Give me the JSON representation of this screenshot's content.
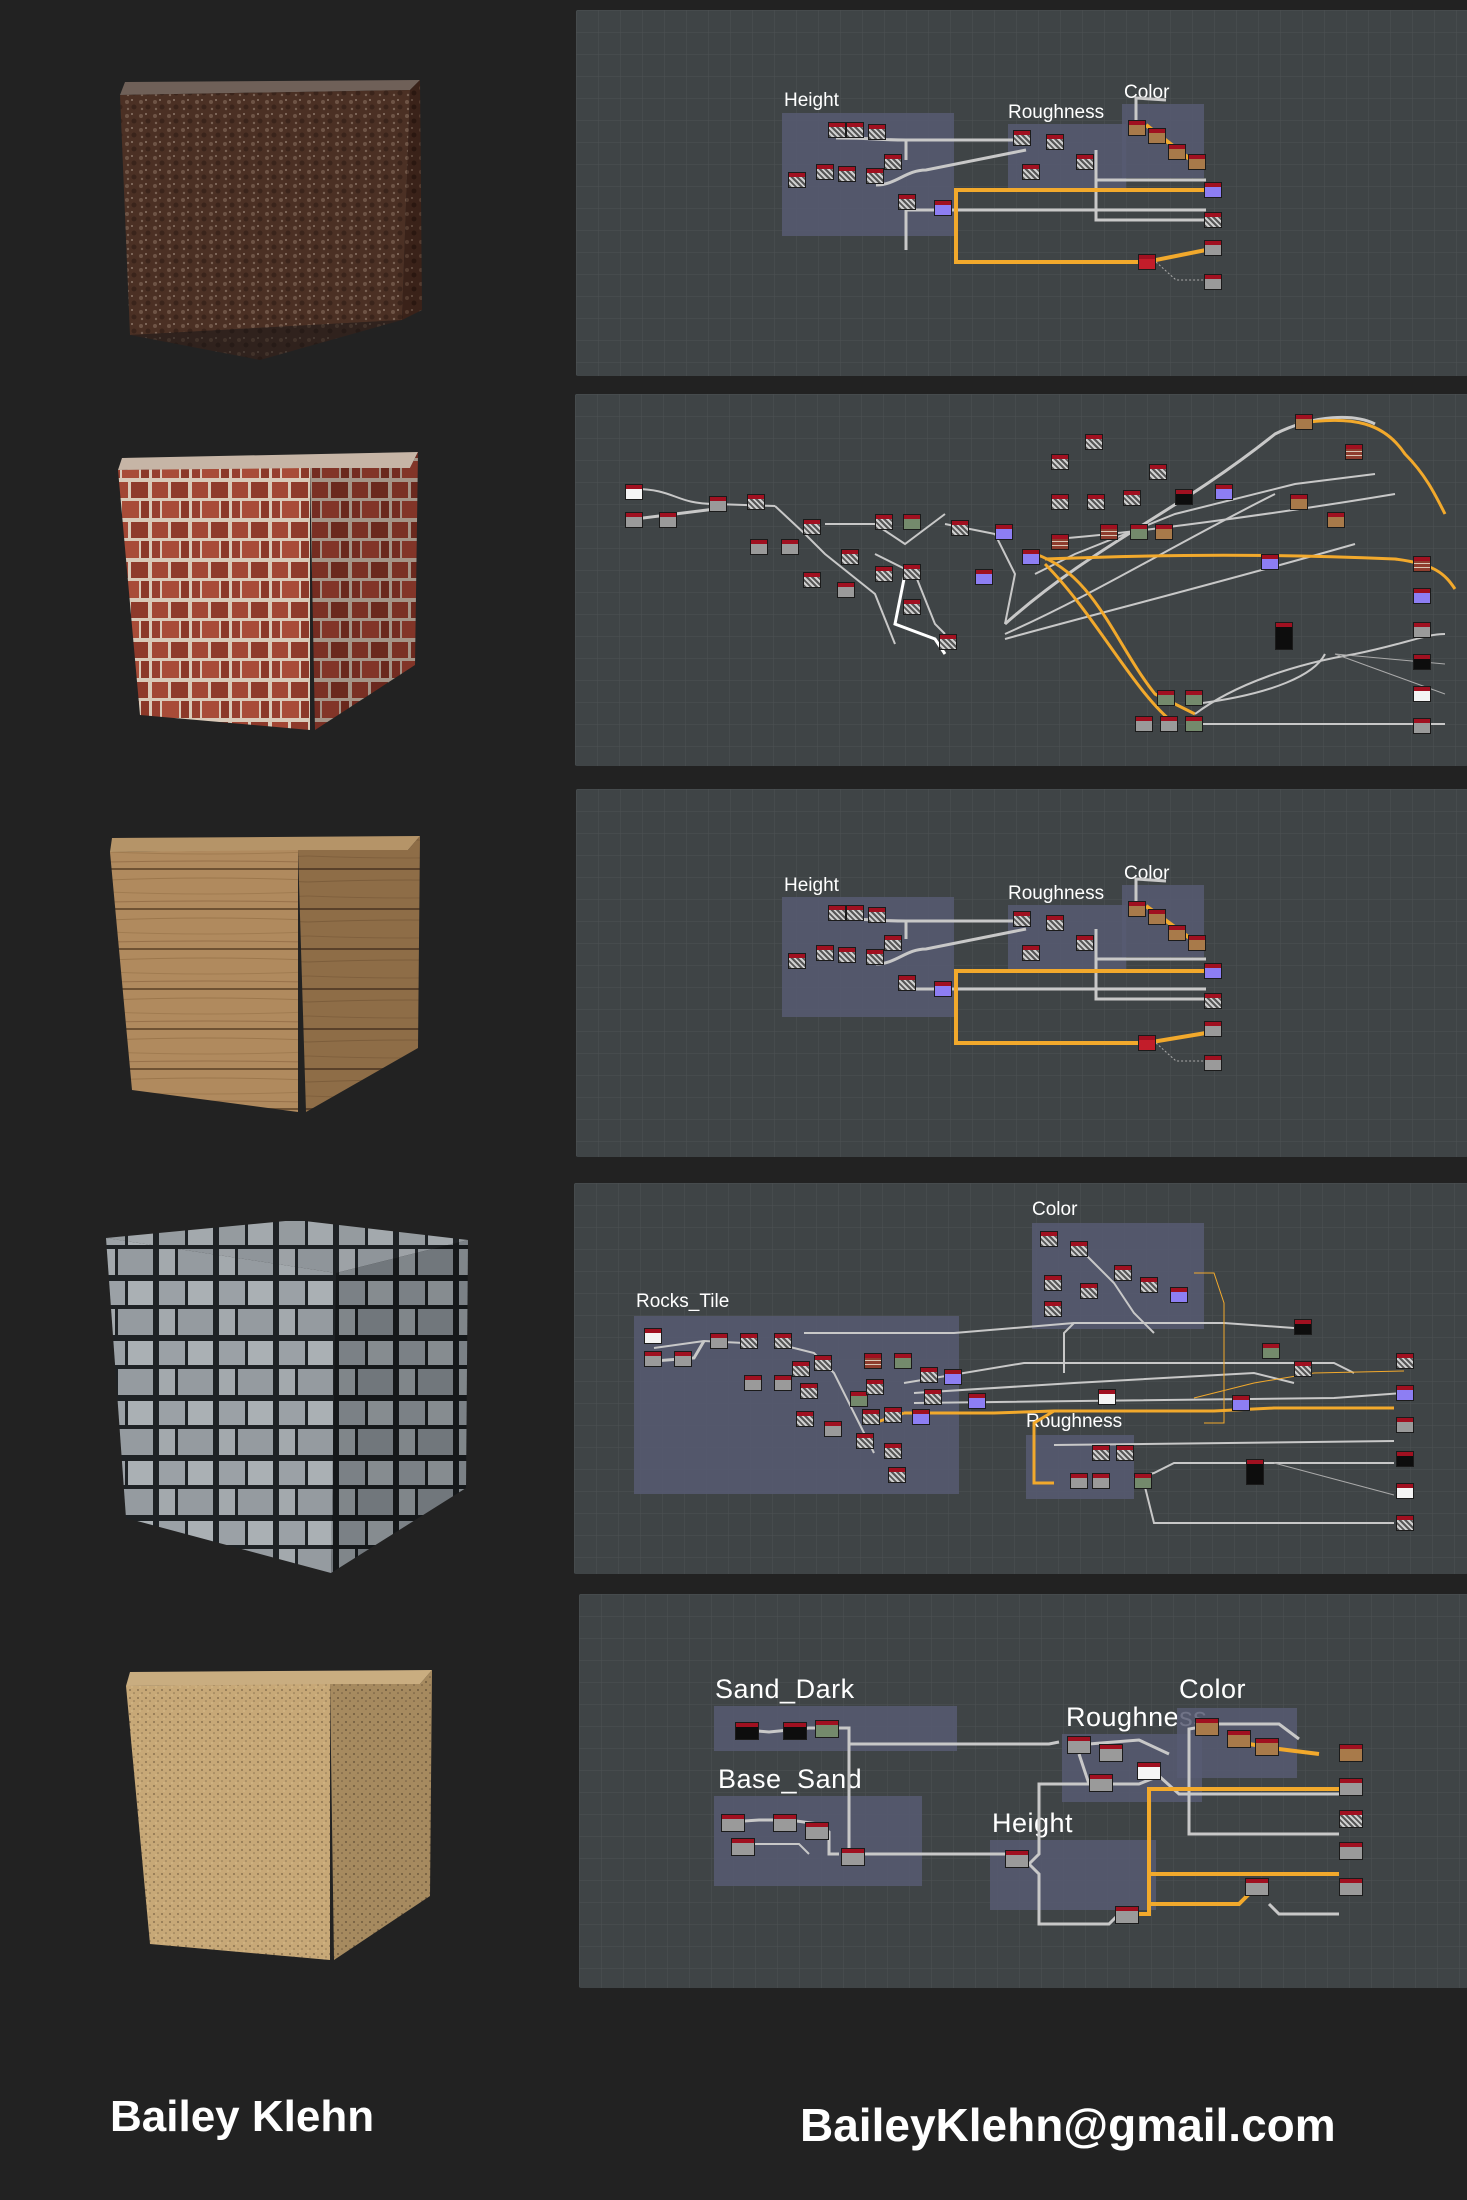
{
  "materials": [
    {
      "name": "dirt",
      "frames": [
        {
          "title": "Height"
        },
        {
          "title": "Roughness"
        },
        {
          "title": "Color"
        }
      ]
    },
    {
      "name": "brick",
      "frames": []
    },
    {
      "name": "wood",
      "frames": [
        {
          "title": "Height"
        },
        {
          "title": "Roughness"
        },
        {
          "title": "Color"
        }
      ]
    },
    {
      "name": "stone",
      "frames": [
        {
          "title": "Color"
        },
        {
          "title": "Rocks_Tile"
        },
        {
          "title": "Roughness"
        }
      ]
    },
    {
      "name": "sand",
      "frames": [
        {
          "title": "Sand_Dark"
        },
        {
          "title": "Roughness"
        },
        {
          "title": "Color"
        },
        {
          "title": "Base_Sand"
        },
        {
          "title": "Height"
        }
      ]
    }
  ],
  "footer": {
    "author": "Bailey Klehn",
    "email": "BaileyKlehn@gmail.com"
  },
  "colors": {
    "background": "#222222",
    "graph_bg": "#3f4446",
    "frame": "#575a72",
    "wire_gray": "#c8c8c8",
    "wire_orange": "#f2a92c"
  }
}
